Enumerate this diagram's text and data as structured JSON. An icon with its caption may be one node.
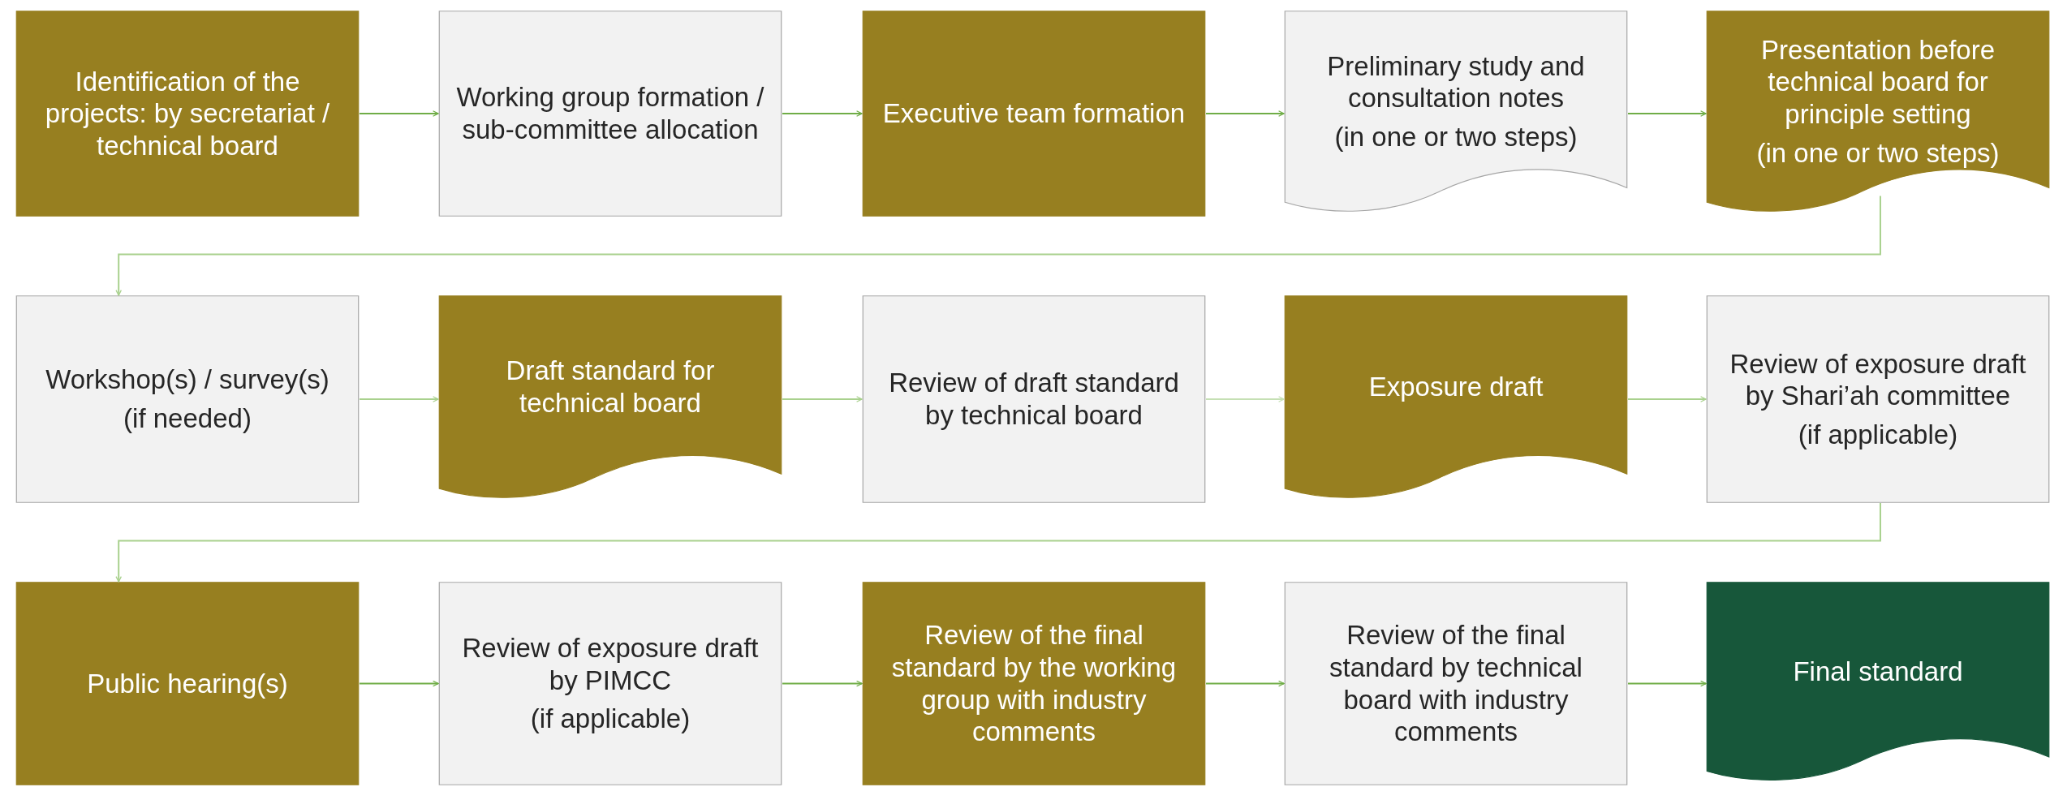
{
  "diagram": {
    "nodes": [
      {
        "text": [
          "Identification of the projects: by secretariat / technical board"
        ]
      },
      {
        "text": [
          "Working group formation / sub-committee allocation"
        ]
      },
      {
        "text": [
          "Executive team formation"
        ]
      },
      {
        "text": [
          "Preliminary study and consultation notes",
          "(in one or two steps)"
        ]
      },
      {
        "text": [
          "Presentation before technical board for principle setting",
          "(in one or two steps)"
        ]
      },
      {
        "text": [
          "Workshop(s) / survey(s)",
          "(if needed)"
        ]
      },
      {
        "text": [
          "Draft standard for technical board"
        ]
      },
      {
        "text": [
          "Review of draft standard by technical board"
        ]
      },
      {
        "text": [
          "Exposure draft"
        ]
      },
      {
        "text": [
          "Review of exposure draft by Shari’ah committee",
          "(if applicable)"
        ]
      },
      {
        "text": [
          "Public hearing(s)"
        ]
      },
      {
        "text": [
          "Review of exposure draft by PIMCC",
          "(if applicable)"
        ]
      },
      {
        "text": [
          "Review of the final standard by the working group with industry comments"
        ]
      },
      {
        "text": [
          "Review of the final standard by technical board with industry comments"
        ]
      },
      {
        "text": [
          "Final standard"
        ]
      }
    ],
    "edges": [
      {
        "from": 0,
        "to": 1,
        "arrow": "to"
      },
      {
        "from": 1,
        "to": 2,
        "arrow": "to"
      },
      {
        "from": 2,
        "to": 3,
        "arrow": "to"
      },
      {
        "from": 3,
        "to": 4,
        "arrow": "to"
      },
      {
        "from": 4,
        "to": 5,
        "arrow": "to",
        "color": "#a9d18e"
      },
      {
        "from": 5,
        "to": 6,
        "arrow": "to",
        "color": "#a9d18e"
      },
      {
        "from": 6,
        "to": 7,
        "arrow": "to",
        "color": "#a9d18e"
      },
      {
        "from": 7,
        "to": 8,
        "arrow": "to",
        "color": "#c5e0b4"
      },
      {
        "from": 8,
        "to": 9,
        "arrow": "to",
        "color": "#a9d18e"
      },
      {
        "from": 9,
        "to": 10,
        "arrow": "to",
        "color": "#a9d18e"
      },
      {
        "from": 10,
        "to": 11,
        "arrow": "to"
      },
      {
        "from": 11,
        "to": 12,
        "arrow": "to"
      },
      {
        "from": 12,
        "to": 13,
        "arrow": "to"
      },
      {
        "from": 13,
        "to": 14,
        "arrow": "to"
      }
    ]
  }
}
